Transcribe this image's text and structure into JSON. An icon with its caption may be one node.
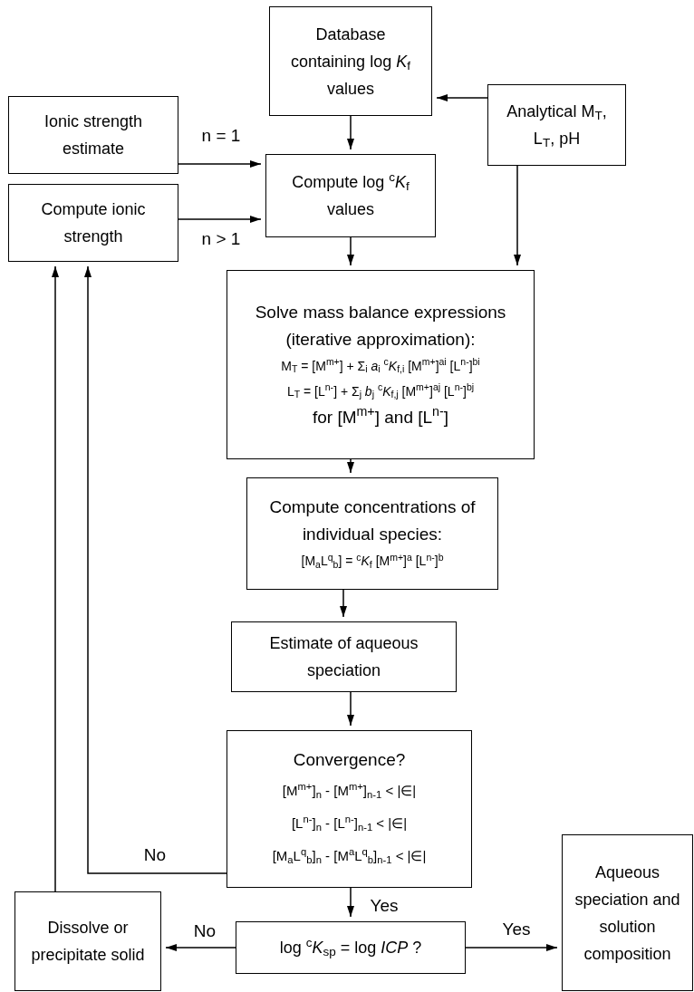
{
  "diagram": {
    "nodes": [
      {
        "text": [
          "Database containing log *K*$_{f}$ values"
        ]
      },
      {
        "text": [
          "Ionic strength estimate"
        ]
      },
      {
        "text": [
          "Compute log $^{c}$*K*$_{f}$ values"
        ]
      },
      {
        "text": [
          "Analytical M$_{T}$, L$_{T}$, pH"
        ]
      },
      {
        "text": [
          "Compute ionic strength"
        ]
      },
      {
        "text": [
          "Solve mass balance expressions (iterative approximation):",
          "M$_{T}$ = [M$^{m+}$] + Σ$_{i}$ *a*$_{i}$ $^{c}$*K*$_{f,i}$ [M$^{m+}$]$^{ai}$ [L$^{n-}$]$^{bi}$",
          "L$_{T}$ = [L$^{n-}$] + Σ$_{j}$ *b*$_{j}$ $^{c}$*K*$_{f,j}$ [M$^{m+}$]$^{aj}$ [L$^{n-}$]$^{bj}$",
          "for [M$^{m+}$] and [L$^{n-}$]"
        ]
      },
      {
        "text": [
          "Compute concentrations of individual species:",
          "[M$_{a}$L$^{q}$$_{b}$] = $^{c}$*K*$_{f}$ [M$^{m+}$]$^{a}$ [L$^{n-}$]$^{b}$"
        ]
      },
      {
        "text": [
          "Estimate of aqueous speciation"
        ]
      },
      {
        "text": [
          "Convergence?",
          "[M$^{m+}$]$_{n}$ - [M$^{m+}$]$_{n-1}$ < |∈|",
          "[L$^{n-}$]$_{n}$ - [L$^{n-}$]$_{n-1}$ < |∈|",
          "[M$_{a}$L$^{q}$$_{b}$]$_{n}$ - [M$^{a}$L$^{q}$$_{b}$]$_{n-1}$ < |∈|"
        ]
      },
      {
        "text": [
          "Dissolve or precipitate solid"
        ]
      },
      {
        "text": [
          "log $^{c}$*K*$_{sp}$ = log *ICP* ?"
        ]
      },
      {
        "text": [
          "Aqueous speciation and solution composition"
        ]
      }
    ],
    "edges": [
      {
        "from": 3,
        "to": 0,
        "arrow": "to"
      },
      {
        "from": 0,
        "to": 2,
        "arrow": "to"
      },
      {
        "from": 1,
        "to": 2,
        "arrow": "to",
        "label": "n = 1"
      },
      {
        "from": 4,
        "to": 2,
        "arrow": "to",
        "label": "n > 1"
      },
      {
        "from": 2,
        "to": 5,
        "arrow": "to"
      },
      {
        "from": 3,
        "to": 5,
        "arrow": "to"
      },
      {
        "from": 5,
        "to": 6,
        "arrow": "to"
      },
      {
        "from": 6,
        "to": 7,
        "arrow": "to"
      },
      {
        "from": 7,
        "to": 8,
        "arrow": "to"
      },
      {
        "from": 8,
        "to": 4,
        "arrow": "to",
        "label": "No"
      },
      {
        "from": 9,
        "to": 4,
        "arrow": "to"
      },
      {
        "from": 8,
        "to": 10,
        "arrow": "to",
        "label": "Yes"
      },
      {
        "from": 10,
        "to": 9,
        "arrow": "to",
        "label": "No"
      },
      {
        "from": 10,
        "to": 11,
        "arrow": "to",
        "label": "Yes"
      }
    ]
  }
}
